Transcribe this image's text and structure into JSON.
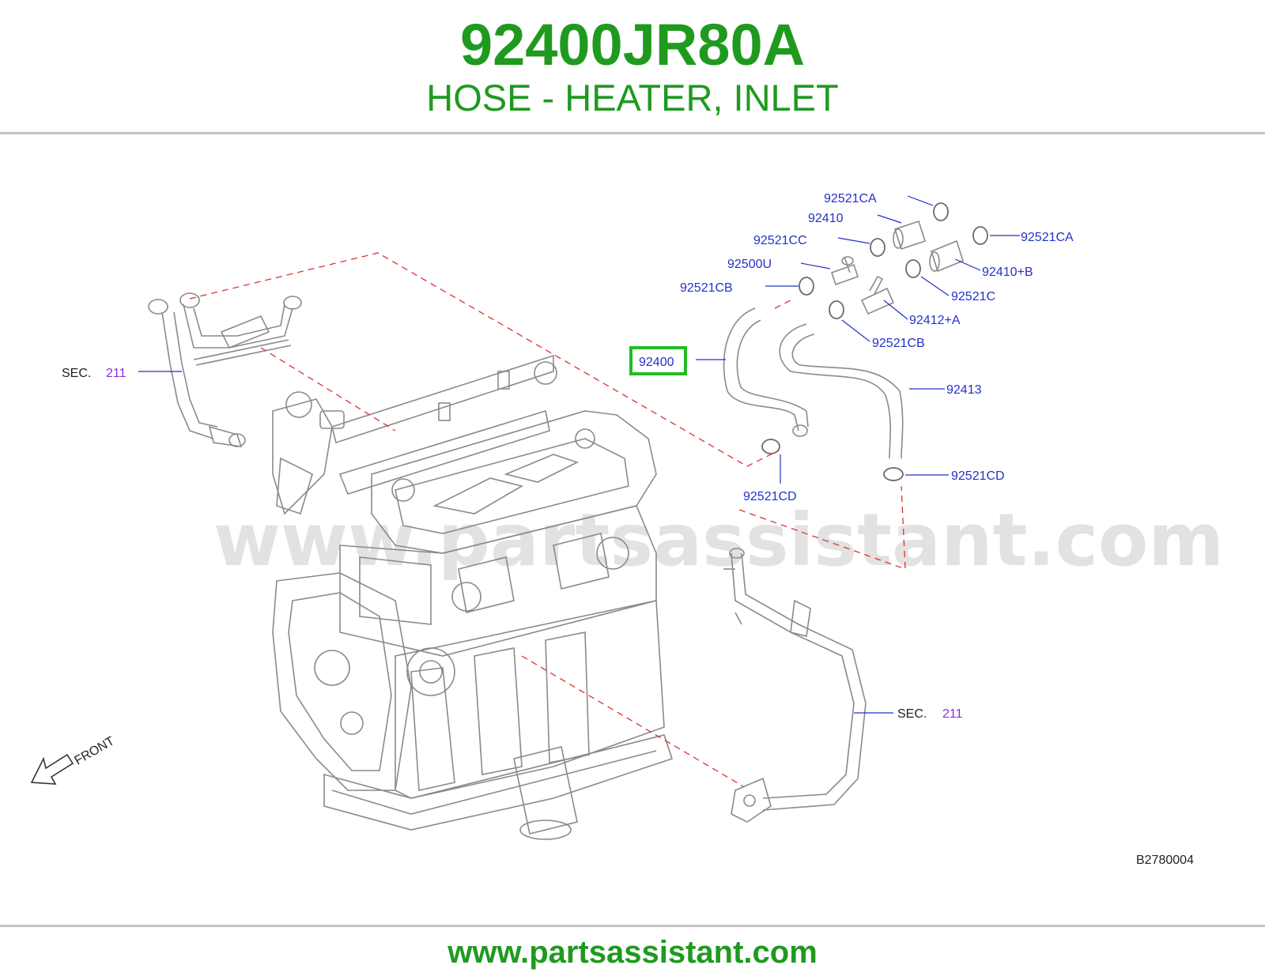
{
  "header": {
    "part_number": "92400JR80A",
    "part_name": "HOSE - HEATER, INLET"
  },
  "footer": {
    "url": "www.partsassistant.com"
  },
  "watermark": "www.partsassistant.com",
  "colors": {
    "brand_green": "#1f9a1f",
    "callout_blue": "#2530c8",
    "section_purple": "#8a2be2",
    "highlight_green": "#22bb22",
    "leader_red": "#e03030",
    "line_gray": "#7a7a7a"
  },
  "callouts": {
    "c_92521ca_top": "92521CA",
    "c_92410": "92410",
    "c_92521cc": "92521CC",
    "c_92521ca_right": "92521CA",
    "c_92500u": "92500U",
    "c_92410b": "92410+B",
    "c_92521cb_left": "92521CB",
    "c_92521c": "92521C",
    "c_92412a": "92412+A",
    "c_92400": "92400",
    "c_92521cb_mid": "92521CB",
    "c_92413": "92413",
    "c_92521cd_left": "92521CD",
    "c_92521cd_right": "92521CD"
  },
  "sections": {
    "left": {
      "prefix": "SEC.",
      "number": "211"
    },
    "right": {
      "prefix": "SEC.",
      "number": "211"
    }
  },
  "front_label": "FRONT",
  "diagram_code": "B2780004",
  "icons": {
    "front_arrow": "arrow-down-left-icon"
  }
}
